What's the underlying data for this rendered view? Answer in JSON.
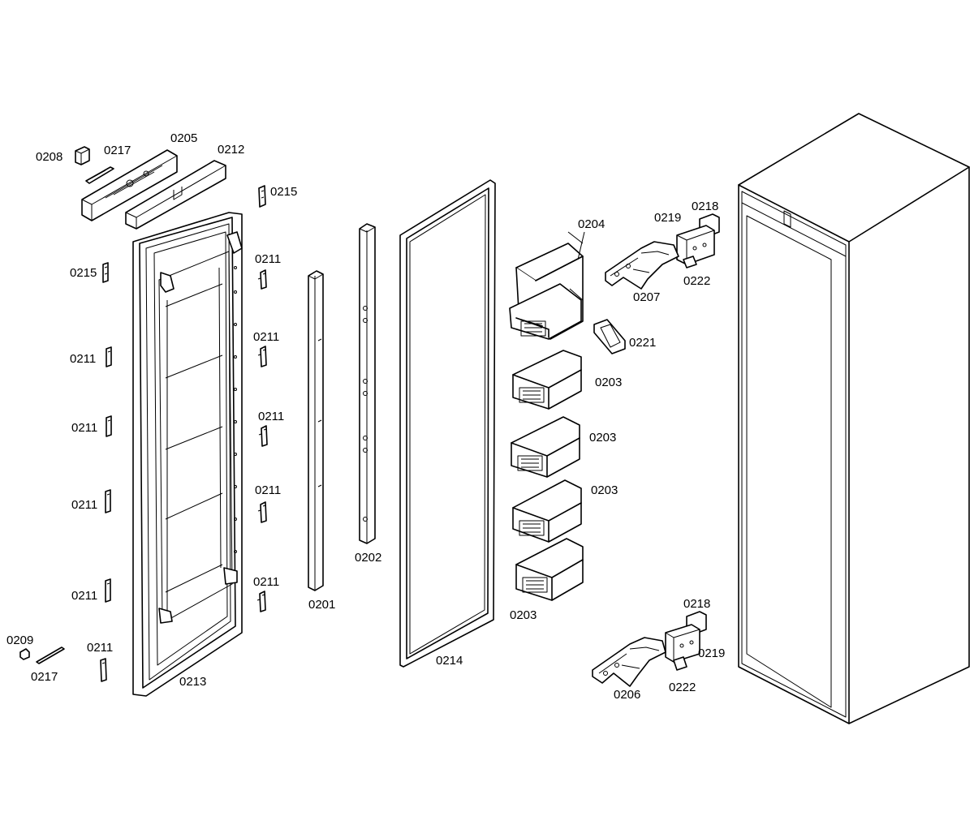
{
  "diagram": {
    "parts": [
      {
        "key": "p0208",
        "label": "0208"
      },
      {
        "key": "p0217a",
        "label": "0217"
      },
      {
        "key": "p0205",
        "label": "0205"
      },
      {
        "key": "p0212",
        "label": "0212"
      },
      {
        "key": "p0215a",
        "label": "0215"
      },
      {
        "key": "p0215b",
        "label": "0215"
      },
      {
        "key": "p0211_r1",
        "label": "0211"
      },
      {
        "key": "p0211_r2",
        "label": "0211"
      },
      {
        "key": "p0211_r3",
        "label": "0211"
      },
      {
        "key": "p0211_r4",
        "label": "0211"
      },
      {
        "key": "p0211_r5",
        "label": "0211"
      },
      {
        "key": "p0211_l1",
        "label": "0211"
      },
      {
        "key": "p0211_l2",
        "label": "0211"
      },
      {
        "key": "p0211_l3",
        "label": "0211"
      },
      {
        "key": "p0211_l4",
        "label": "0211"
      },
      {
        "key": "p0211_b",
        "label": "0211"
      },
      {
        "key": "p0209",
        "label": "0209"
      },
      {
        "key": "p0217b",
        "label": "0217"
      },
      {
        "key": "p0213",
        "label": "0213"
      },
      {
        "key": "p0201",
        "label": "0201"
      },
      {
        "key": "p0202",
        "label": "0202"
      },
      {
        "key": "p0214",
        "label": "0214"
      },
      {
        "key": "p0204",
        "label": "0204"
      },
      {
        "key": "p0221",
        "label": "0221"
      },
      {
        "key": "p0203a",
        "label": "0203"
      },
      {
        "key": "p0203b",
        "label": "0203"
      },
      {
        "key": "p0203c",
        "label": "0203"
      },
      {
        "key": "p0203d",
        "label": "0203"
      },
      {
        "key": "p0219a",
        "label": "0219"
      },
      {
        "key": "p0218a",
        "label": "0218"
      },
      {
        "key": "p0222a",
        "label": "0222"
      },
      {
        "key": "p0207",
        "label": "0207"
      },
      {
        "key": "p0218b",
        "label": "0218"
      },
      {
        "key": "p0219b",
        "label": "0219"
      },
      {
        "key": "p0222b",
        "label": "0222"
      },
      {
        "key": "p0206",
        "label": "0206"
      }
    ]
  }
}
